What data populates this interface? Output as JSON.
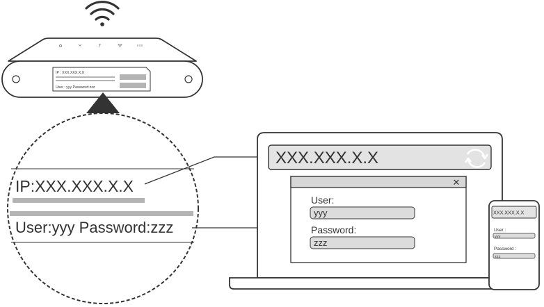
{
  "colors": {
    "stroke": "#333333",
    "fill_light": "#e3e3e3",
    "fill_mid": "#d7d7d7",
    "bar_gray": "#b4b4b4",
    "field_fill": "#dcdcdc",
    "background": "#ffffff"
  },
  "icons": {
    "wifi": "wifi-icon",
    "refresh": "refresh-icon",
    "close": "close-icon",
    "pointer": "pointer-triangle-icon"
  },
  "router": {
    "label_ip": "IP : XXX.XXX.X.X",
    "label_credentials": "User : yyy   Password:zzz"
  },
  "magnified_label": {
    "ip": "IP:XXX.XXX.X.X",
    "credentials": "User:yyy  Password:zzz"
  },
  "laptop": {
    "address": "XXX.XXX.X.X",
    "dialog": {
      "user_label": "User:",
      "user_value": "yyy",
      "password_label": "Password:",
      "password_value": "zzz",
      "close_glyph": "✕"
    }
  },
  "phone": {
    "address": "XXX.XXX.X.X",
    "user_label": "User :",
    "user_value": "yyy",
    "password_label": "Password :",
    "password_value": "zzz"
  }
}
